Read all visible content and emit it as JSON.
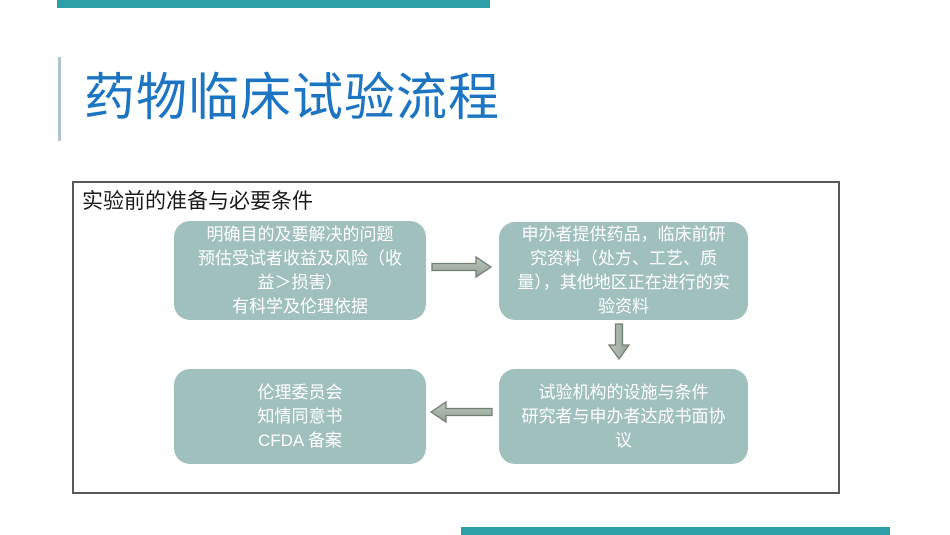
{
  "slide": {
    "title": "药物临床试验流程",
    "title_color": "#1B75C2",
    "accent_bar_color": "#2C9EA7",
    "title_rule_color": "#AEC6CB"
  },
  "panel": {
    "heading": "实验前的准备与必要条件",
    "border_color": "#595959"
  },
  "flow": {
    "box_fill_color": "#9FC0BD",
    "box_text_color": "#FFFFFF",
    "arrow_fill_color": "#A6B0A6",
    "arrow_stroke_color": "#6F7F72",
    "boxes": [
      {
        "id": "objectives",
        "text": "明确目的及要解决的问题\n预估受试者收益及风险（收益＞损害）\n有科学及伦理依据"
      },
      {
        "id": "sponsor",
        "text": "申办者提供药品，临床前研究资料（处方、工艺、质量），其他地区正在进行的实验资料"
      },
      {
        "id": "institution",
        "text": "试验机构的设施与条件\n研究者与申办者达成书面协议"
      },
      {
        "id": "ethics",
        "text": "伦理委员会\n知情同意书\nCFDA 备案"
      }
    ],
    "arrows": [
      {
        "id": "right-arrow",
        "from": "objectives",
        "to": "sponsor"
      },
      {
        "id": "down-arrow",
        "from": "sponsor",
        "to": "institution"
      },
      {
        "id": "left-arrow",
        "from": "institution",
        "to": "ethics"
      }
    ]
  }
}
